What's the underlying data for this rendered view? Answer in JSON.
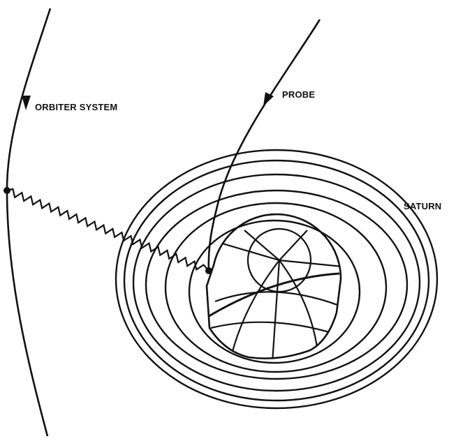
{
  "labels": {
    "orbiter": "ORBITER SYSTEM",
    "probe": "PROBE",
    "saturn": "SATURN"
  },
  "colors": {
    "ink": "#111111",
    "background": "#ffffff"
  }
}
